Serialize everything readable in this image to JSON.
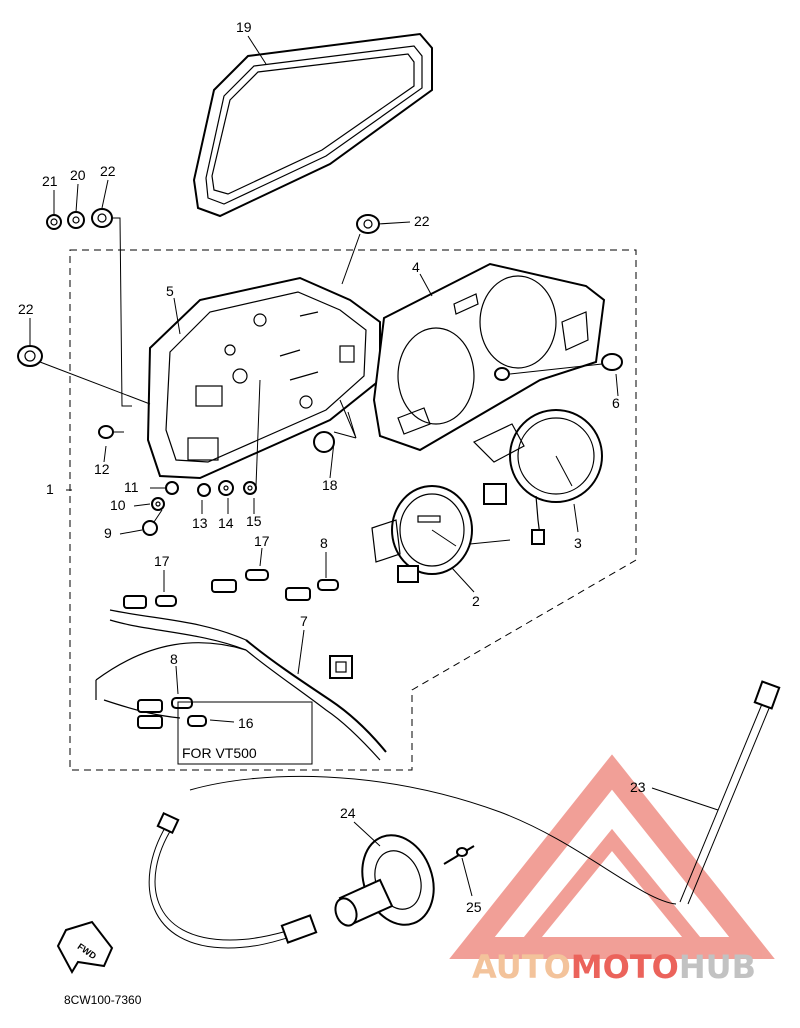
{
  "callouts": [
    {
      "id": "19",
      "label": "19"
    },
    {
      "id": "21",
      "label": "21"
    },
    {
      "id": "20",
      "label": "20"
    },
    {
      "id": "22a",
      "label": "22"
    },
    {
      "id": "22b",
      "label": "22"
    },
    {
      "id": "22c",
      "label": "22"
    },
    {
      "id": "5",
      "label": "5"
    },
    {
      "id": "4",
      "label": "4"
    },
    {
      "id": "6",
      "label": "6"
    },
    {
      "id": "12",
      "label": "12"
    },
    {
      "id": "18",
      "label": "18"
    },
    {
      "id": "1",
      "label": "1"
    },
    {
      "id": "11",
      "label": "11"
    },
    {
      "id": "10",
      "label": "10"
    },
    {
      "id": "9",
      "label": "9"
    },
    {
      "id": "13",
      "label": "13"
    },
    {
      "id": "14",
      "label": "14"
    },
    {
      "id": "15",
      "label": "15"
    },
    {
      "id": "3",
      "label": "3"
    },
    {
      "id": "2",
      "label": "2"
    },
    {
      "id": "17a",
      "label": "17"
    },
    {
      "id": "17b",
      "label": "17"
    },
    {
      "id": "8a",
      "label": "8"
    },
    {
      "id": "8b",
      "label": "8"
    },
    {
      "id": "7",
      "label": "7"
    },
    {
      "id": "16",
      "label": "16"
    },
    {
      "id": "23",
      "label": "23"
    },
    {
      "id": "24",
      "label": "24"
    },
    {
      "id": "25",
      "label": "25"
    }
  ],
  "note_box": {
    "text": "FOR VT500"
  },
  "fwd_arrow": {
    "text": "FWD"
  },
  "diagram_code": "8CW100-7360",
  "watermark": {
    "part1": "AUTO",
    "part2": "MOTO",
    "part3": "HUB",
    "color_light": "#f2b98a",
    "color_red": "#e8483f",
    "color_gray": "#b8b8b8"
  }
}
